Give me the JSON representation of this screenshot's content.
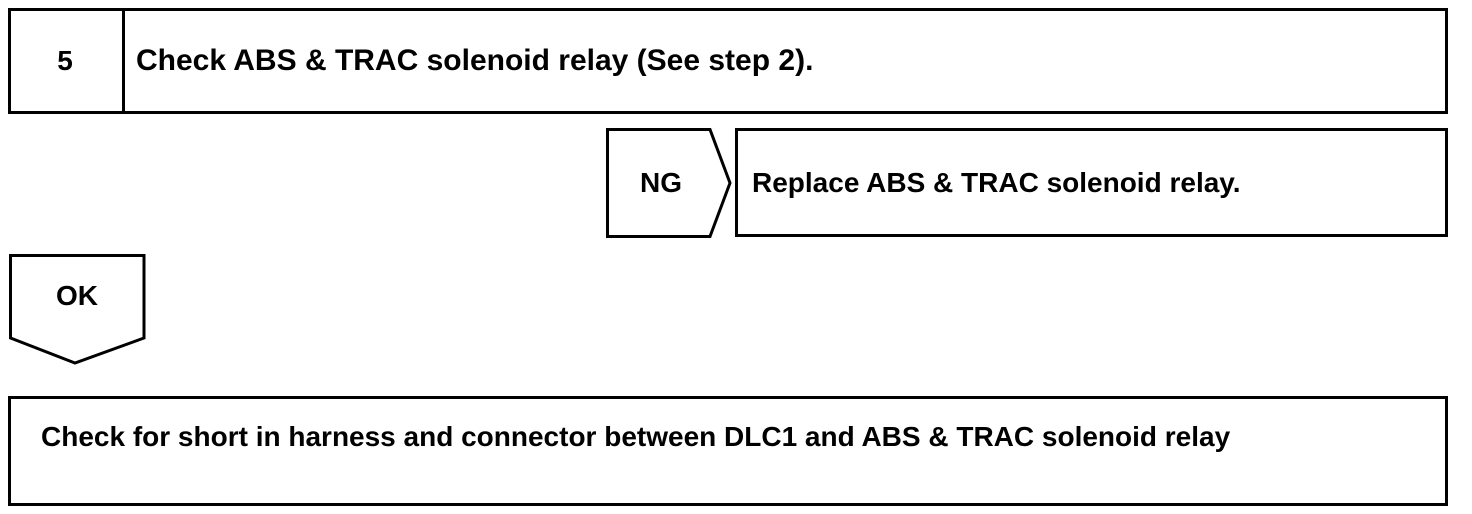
{
  "step": {
    "number": "5",
    "title": "Check ABS & TRAC solenoid relay (See step 2)."
  },
  "ng_branch": {
    "label": "NG",
    "action": "Replace ABS & TRAC solenoid relay."
  },
  "ok_branch": {
    "label": "OK"
  },
  "next_step": {
    "text": "Check for short in harness and connector between DLC1 and ABS & TRAC solenoid relay"
  },
  "colors": {
    "line": "#000000",
    "background": "#ffffff"
  }
}
